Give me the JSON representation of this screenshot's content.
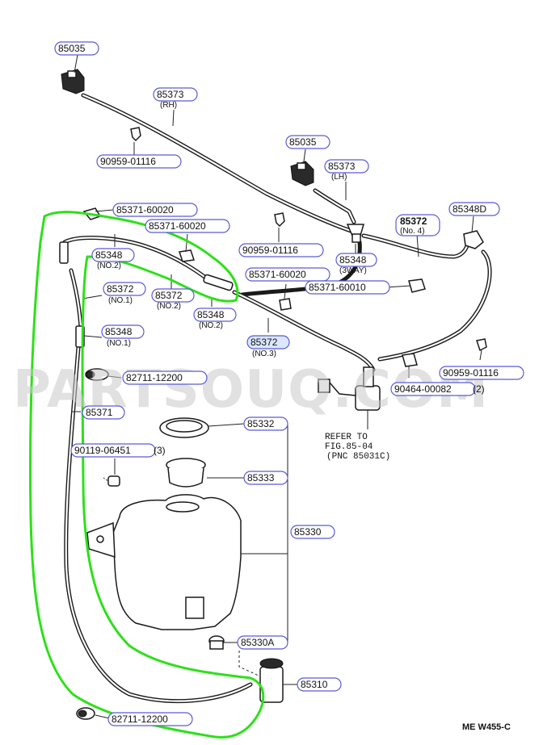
{
  "watermark": "PARTSOUQ.COM",
  "corner_code": "ME  W455-C",
  "reference_note": {
    "line1": "REFER  TO",
    "line2": "FIG.85-04",
    "line3": "(PNC  85031C)"
  },
  "labels": {
    "p85035_top": "85035",
    "p85373_rh": "85373",
    "p85373_rh_sub": "(RH)",
    "p90959_left": "90959-01116",
    "p85035_mid": "85035",
    "p85373_lh": "85373",
    "p85373_lh_sub": "(LH)",
    "p85371_60020_a": "85371-60020",
    "p85371_60020_b": "85371-60020",
    "p85372_no4": "85372",
    "p85372_no4_sub": "(No. 4)",
    "p85348d": "85348D",
    "p90959_mid": "90959-01116",
    "p85348_3way": "85348",
    "p85348_3way_sub": "(3WAY)",
    "p85348_no2_a": "85348",
    "p85348_no2_a_sub": "(NO.2)",
    "p85371_60020_c": "85371-60020",
    "p85371_60010": "85371-60010",
    "p85372_no1": "85372",
    "p85372_no1_sub": "(NO.1)",
    "p85372_no2": "85372",
    "p85372_no2_sub": "(NO.2)",
    "p85348_no2_b": "85348",
    "p85348_no2_b_sub": "(NO.2)",
    "p85372_no3": "85372",
    "p85372_no3_sub": "(NO.3)",
    "p85348_no1": "85348",
    "p85348_no1_sub": "(NO.1)",
    "p90959_right": "90959-01116",
    "p82711_top": "82711-12200",
    "p90464": "90464-00082",
    "p90464_qty": "(2)",
    "p85371": "85371",
    "p85332": "85332",
    "p90119": "90119-06451",
    "p90119_qty": "(3)",
    "p85333": "85333",
    "p85330": "85330",
    "p85330a": "85330A",
    "p85310": "85310",
    "p82711_bottom": "82711-12200"
  },
  "colors": {
    "label_border": "#5a5ad6",
    "highlight_fill": "#dbe8fb",
    "route_highlight": "#2ee01a",
    "watermark": "#c9c9c9"
  }
}
